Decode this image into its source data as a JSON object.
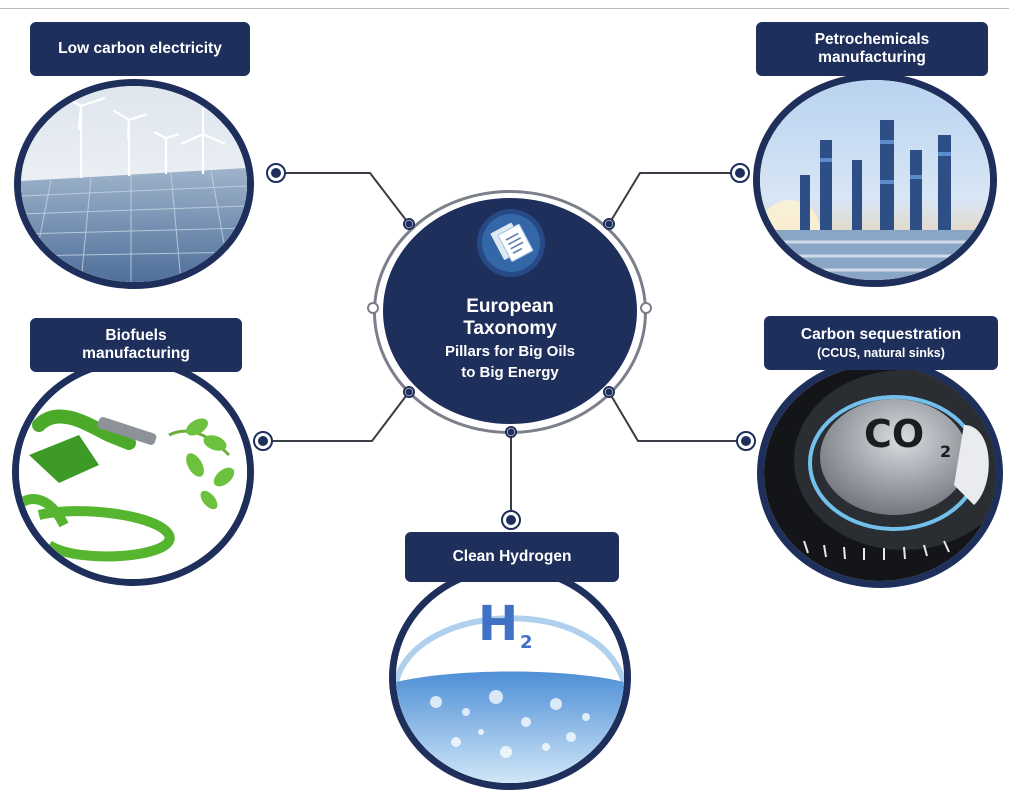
{
  "center": {
    "title_line1": "European",
    "title_line2": "Taxonomy",
    "subtitle_line1": "Pillars for Big Oils",
    "subtitle_line2": "to Big Energy",
    "icon": "document-icon"
  },
  "pillars": {
    "electricity": {
      "label": "Low carbon electricity",
      "image": "solar-wind-image"
    },
    "petrochemicals": {
      "label_line1": "Petrochemicals",
      "label_line2": "manufacturing",
      "image": "refinery-image"
    },
    "biofuels": {
      "label_line1": "Biofuels",
      "label_line2": "manufacturing",
      "image": "fuel-nozzle-leaves-image"
    },
    "carbon": {
      "label_line1": "Carbon sequestration",
      "label_line2": "(CCUS, natural sinks)",
      "image": "co2-dial-image"
    },
    "hydrogen": {
      "label": "Clean Hydrogen",
      "symbol": "H",
      "subscript": "2",
      "image": "water-splash-image"
    }
  },
  "colors": {
    "navy": "#1f2f5c",
    "ring": "#7b7f8a",
    "connector": "#3a3d45"
  }
}
